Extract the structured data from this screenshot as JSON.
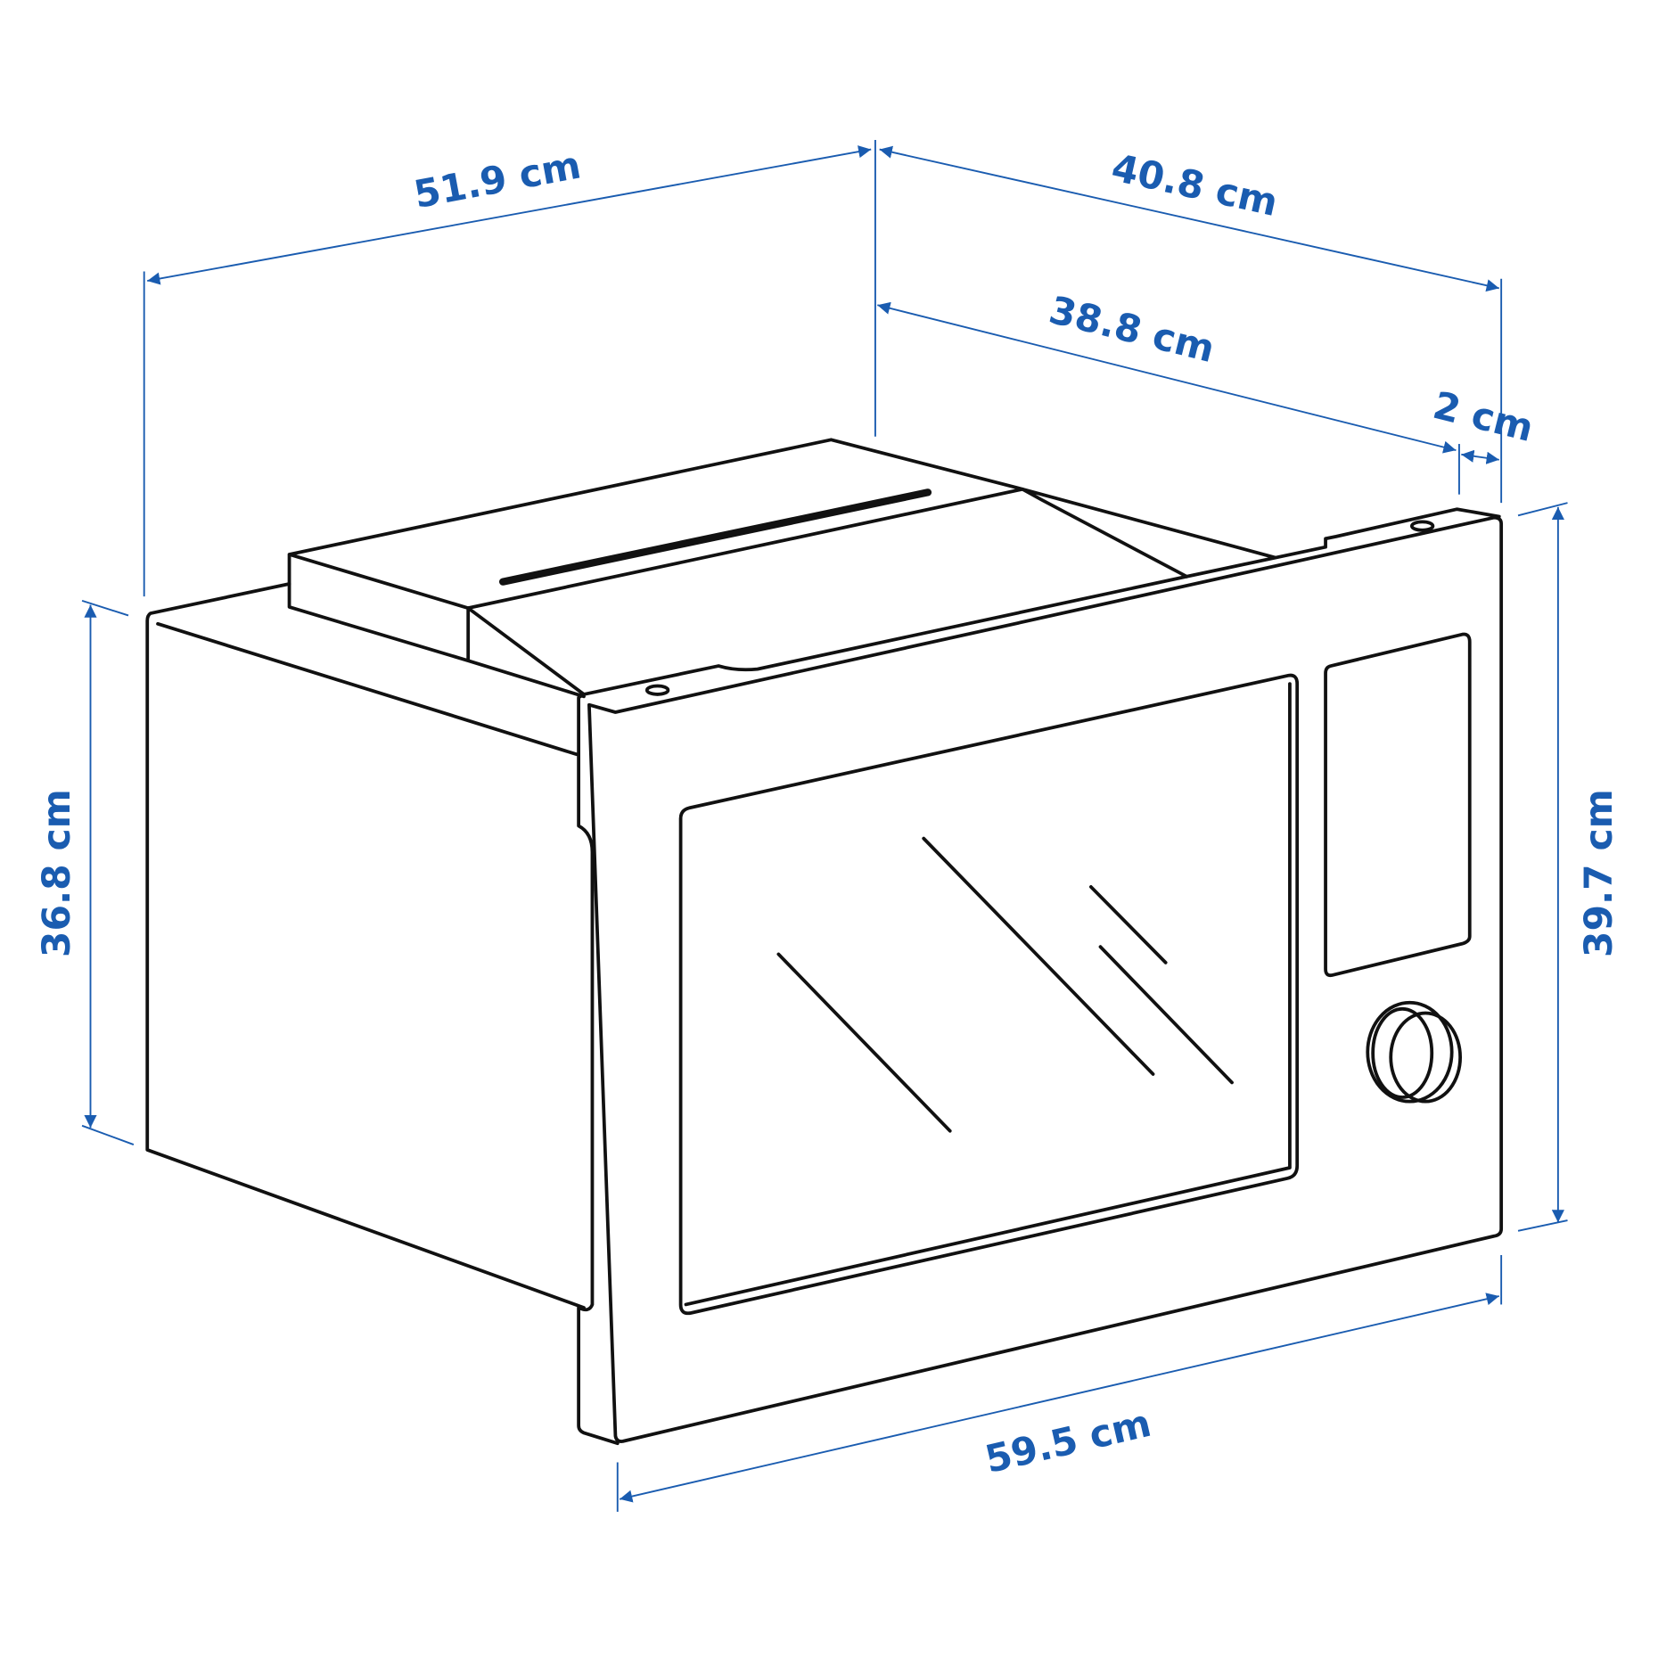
{
  "dimensions": {
    "total_depth": "51.9 cm",
    "depth_top": "40.8 cm",
    "depth_body": "38.8 cm",
    "front_panel_depth": "2 cm",
    "body_height": "36.8 cm",
    "front_height": "39.7 cm",
    "front_width": "59.5 cm"
  },
  "colors": {
    "dimension": "#1a5cb0",
    "outline": "#111111"
  }
}
